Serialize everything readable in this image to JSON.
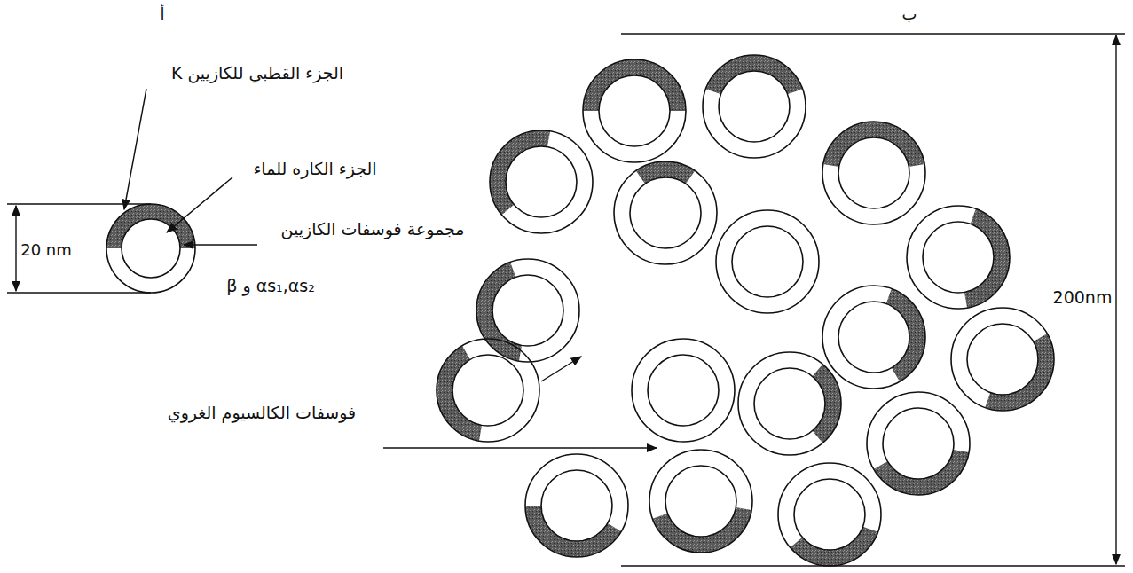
{
  "diagram": {
    "labels": [
      "أ",
      "ب",
      "الجزء القطبي للكازيين K",
      "الجزء الكاره للماء",
      "20 nm",
      "مجموعة فوسفات الكازيين",
      "αs₁,αs₂ و β",
      "200nm",
      "فوسفات الكالسيوم الغروي"
    ]
  }
}
